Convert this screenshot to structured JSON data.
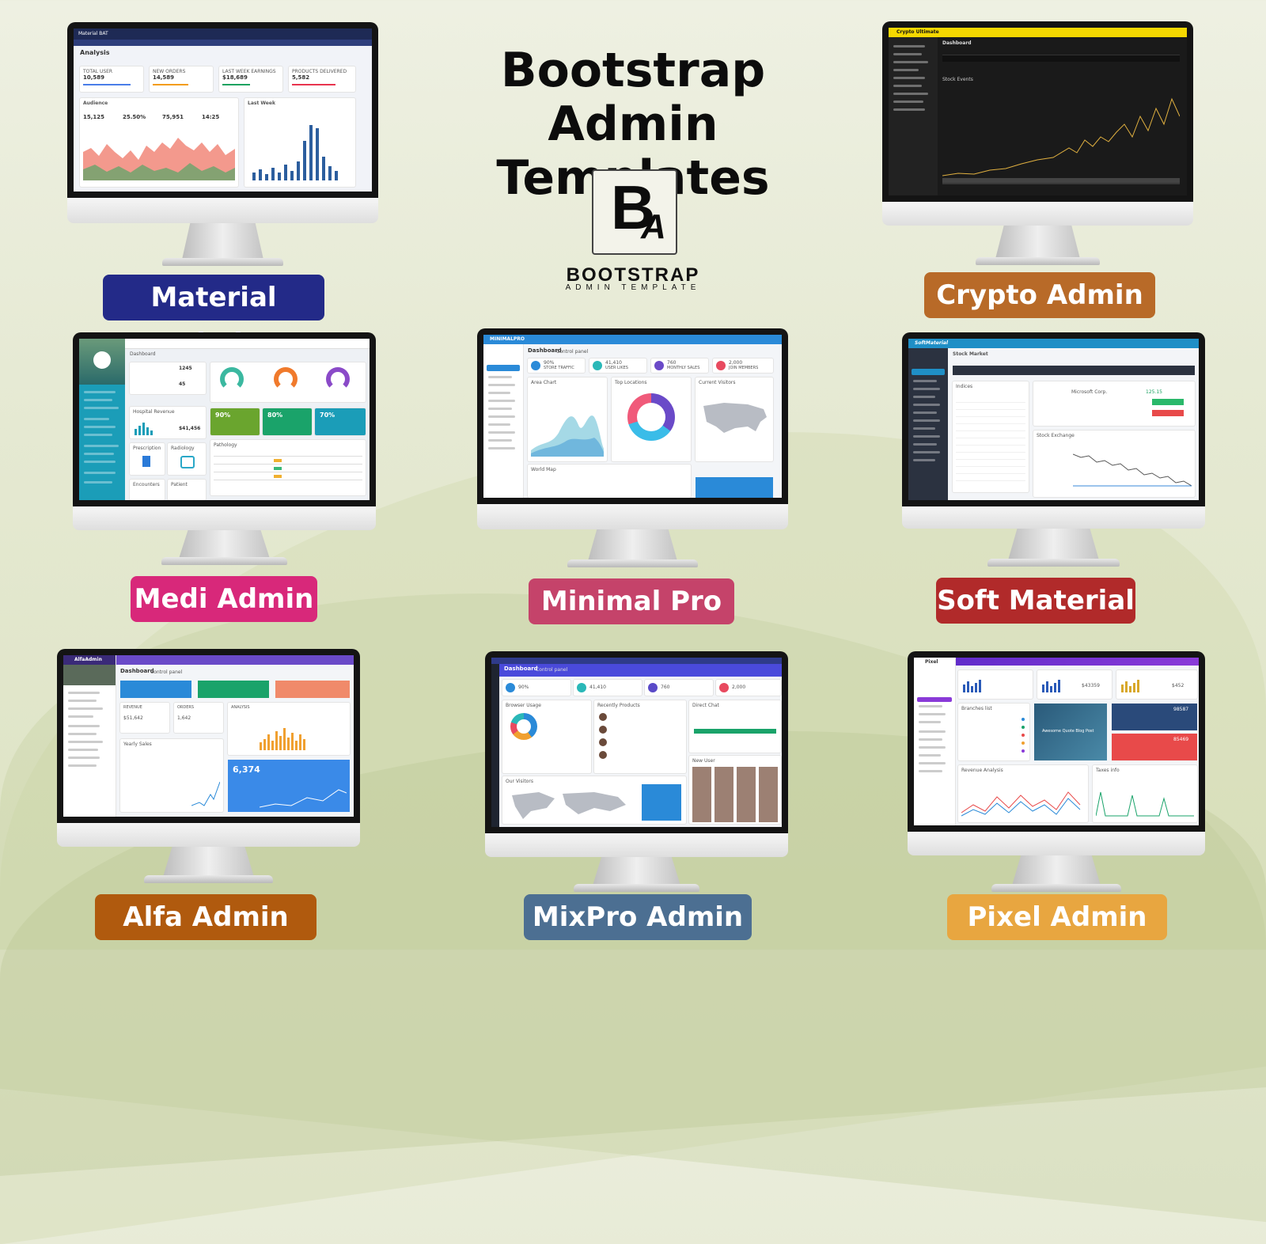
{
  "heading": {
    "line1": "Bootstrap Admin",
    "line2": "Templates"
  },
  "logo": {
    "mark_b": "B",
    "mark_a": "A",
    "word": "BOOTSTRAP",
    "sub": "ADMIN TEMPLATE"
  },
  "templates": [
    {
      "label": "Material Admin",
      "color": "#232a88",
      "screen": {
        "brand": "Material BAT",
        "page": "Analysis",
        "stats": [
          {
            "name": "TOTAL USER",
            "value": "10,589"
          },
          {
            "name": "NEW ORDERS",
            "value": "14,589"
          },
          {
            "name": "LAST WEEK EARNINGS",
            "value": "$18,689"
          },
          {
            "name": "PRODUCTS DELIVERED",
            "value": "5,582"
          }
        ],
        "audience": "Audience",
        "metrics": [
          "15,125",
          "25.50%",
          "75,951",
          "14:25"
        ],
        "lastweek": "Last Week"
      }
    },
    {
      "label": "Crypto Admin",
      "color": "#b86a28",
      "screen": {
        "brand": "Crypto Ultimate",
        "page": "Dashboard",
        "chart_title": "Stock Events"
      }
    },
    {
      "label": "Medi Admin",
      "color": "#d8287a",
      "screen": {
        "page": "Dashboard",
        "stats": [
          "1245",
          "45",
          "90%",
          "80%",
          "70%"
        ],
        "panels": [
          "Hospital Revenue",
          "Prescription",
          "Radiology",
          "Pathology",
          "Encounters",
          "Patient"
        ],
        "revenue": "$41,456"
      }
    },
    {
      "label": "Minimal Pro",
      "color": "#c5436a",
      "screen": {
        "brand": "MINIMALPRO",
        "page": "Dashboard",
        "page_sub": "Control panel",
        "stats": [
          {
            "value": "90%",
            "name": "STORE TRAFFIC"
          },
          {
            "value": "41,410",
            "name": "USER LIKES"
          },
          {
            "value": "760",
            "name": "MONTHLY SALES"
          },
          {
            "value": "2,000",
            "name": "JOIN MEMBERS"
          }
        ],
        "panels": [
          "Area Chart",
          "Top Locations",
          "Current Visitors",
          "World Map"
        ]
      }
    },
    {
      "label": "Soft Material",
      "color": "#b12a2a",
      "screen": {
        "brand": "SoftMaterial",
        "page": "Stock Market",
        "panels": [
          "Indices",
          "Microsoft Corp.",
          "Stock Exchange"
        ],
        "price": "125.15"
      }
    },
    {
      "label": "Alfa Admin",
      "color": "#b05a0e",
      "screen": {
        "brand": "AlfaAdmin",
        "page": "Dashboard",
        "page_sub": "Control panel",
        "panels": [
          "REVENUE",
          "ORDERS",
          "ANALYSIS",
          "Yearly Sales"
        ],
        "revenue": "$51,642",
        "orders": "1,642",
        "big": "6,374"
      }
    },
    {
      "label": "MixPro Admin",
      "color": "#4c6f92",
      "screen": {
        "page": "Dashboard",
        "page_sub": "Control panel",
        "stats": [
          "90%",
          "41,410",
          "760",
          "2,000"
        ],
        "panels": [
          "Browser Usage",
          "Recently Products",
          "Direct Chat",
          "Our Visitors",
          "New User"
        ]
      }
    },
    {
      "label": "Pixel Admin",
      "color": "#e8a640",
      "screen": {
        "brand": "Pixel",
        "stats": [
          "$43359",
          "$452"
        ],
        "panels": [
          "Branches list",
          "Revenue Analysis",
          "Taxes info"
        ],
        "post": "Awesome Quote Blog Post",
        "nums": [
          "98587",
          "85469"
        ]
      }
    }
  ]
}
